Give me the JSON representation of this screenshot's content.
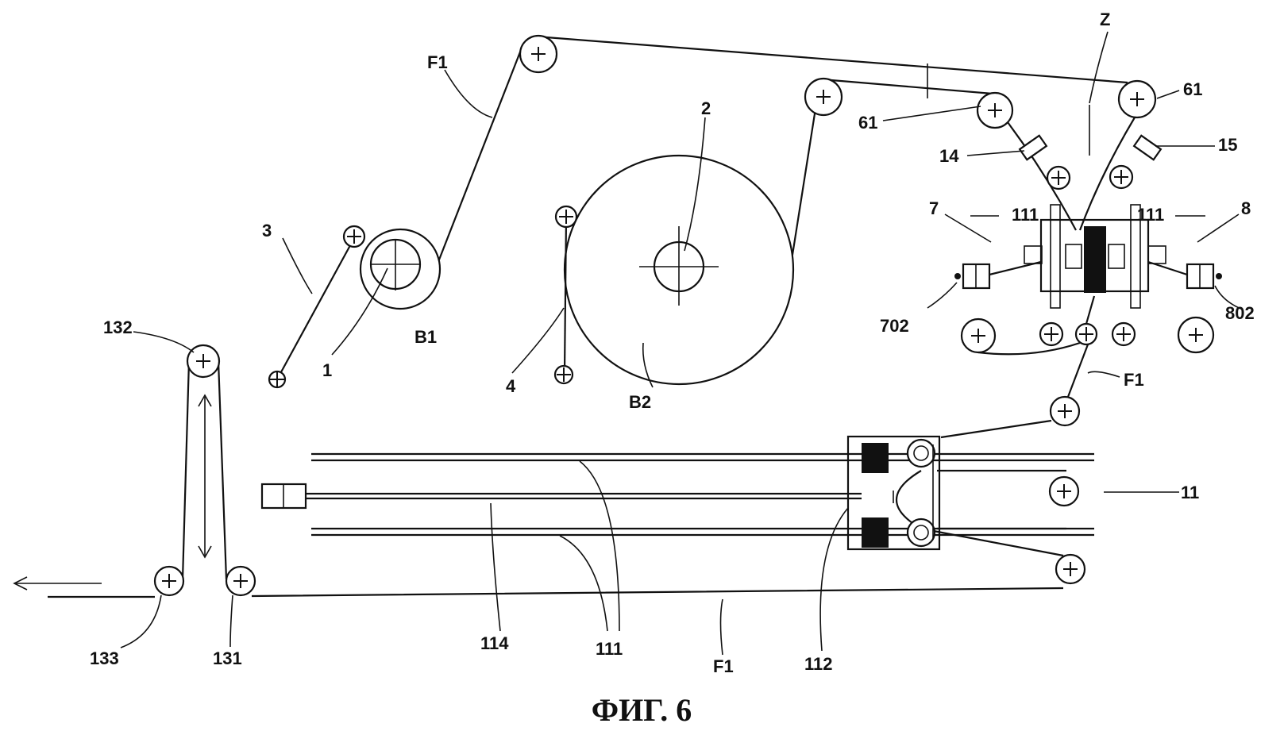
{
  "caption": "ФИГ. 6",
  "labels": {
    "f1_top": "F1",
    "z": "Z",
    "l61_right": "61",
    "l61_left": "61",
    "l2": "2",
    "l3": "3",
    "l14": "14",
    "l15": "15",
    "l7": "7",
    "l8": "8",
    "l111_left_top": "111",
    "l111_right_top": "111",
    "l702": "702",
    "l802": "802",
    "l1": "1",
    "lB1": "B1",
    "lB2": "B2",
    "l4": "4",
    "l132": "132",
    "f1_right": "F1",
    "l11": "11",
    "l133": "133",
    "l131": "131",
    "l114": "114",
    "l111_bottom": "111",
    "f1_bottom": "F1",
    "l112": "112"
  },
  "colors": {
    "ink": "#111111",
    "paper": "#ffffff"
  }
}
